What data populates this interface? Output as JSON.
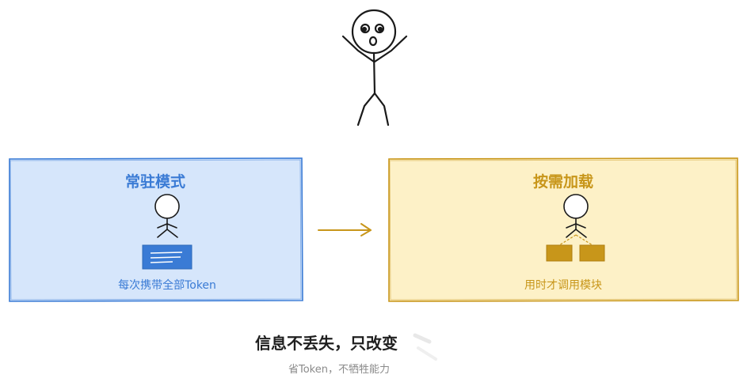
{
  "left_box": {
    "title": "常驻模式",
    "caption": "每次携带全部Token",
    "accent": "#3a7bd5",
    "fill": "#d6e6fb"
  },
  "right_box": {
    "title": "按需加载",
    "caption": "用时才调用模块",
    "accent": "#c8961a",
    "fill": "#fdf1c7"
  },
  "headline": "信息不丢失，只改变",
  "subline": "省Token，不牺牲能力"
}
